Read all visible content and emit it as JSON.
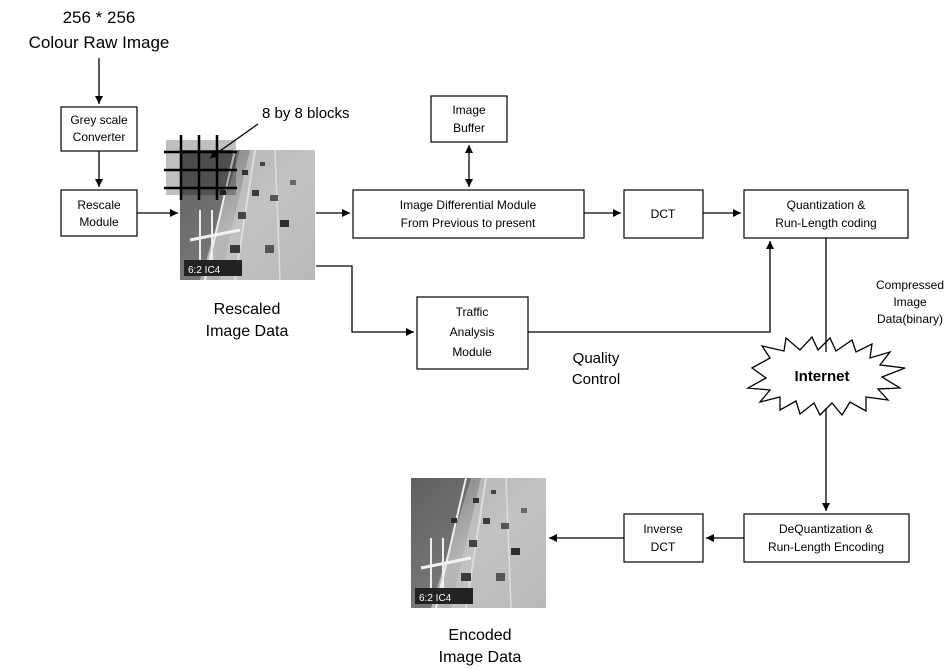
{
  "source": {
    "line1": "256 * 256",
    "line2": "Colour Raw Image"
  },
  "boxes": {
    "grey_scale": [
      "Grey scale",
      "Converter"
    ],
    "rescale": [
      "Rescale",
      "Module"
    ],
    "image_buffer": [
      "Image",
      "Buffer"
    ],
    "image_diff": [
      "Image Differential Module",
      "From Previous to present"
    ],
    "dct": [
      "DCT"
    ],
    "quantization": [
      "Quantization &",
      "Run-Length coding"
    ],
    "traffic": [
      "Traffic",
      "Analysis",
      "Module"
    ],
    "dequantization": [
      "DeQuantization &",
      "Run-Length Encoding"
    ],
    "inverse_dct": [
      "Inverse",
      "DCT"
    ]
  },
  "labels": {
    "blocks": "8 by 8 blocks",
    "rescaled": [
      "Rescaled",
      "Image Data"
    ],
    "compressed": [
      "Compressed",
      "Image",
      "Data(binary)"
    ],
    "quality": [
      "Quality",
      "Control"
    ],
    "internet": "Internet",
    "encoded": [
      "Encoded",
      "Image Data"
    ]
  },
  "image_overlay": {
    "timestamp_text": "6:2 IC4"
  },
  "colors": {
    "line": "#000000",
    "photo_light": "#b8b8b8",
    "photo_mid": "#8a8a8a",
    "photo_dark": "#3a3a3a"
  }
}
